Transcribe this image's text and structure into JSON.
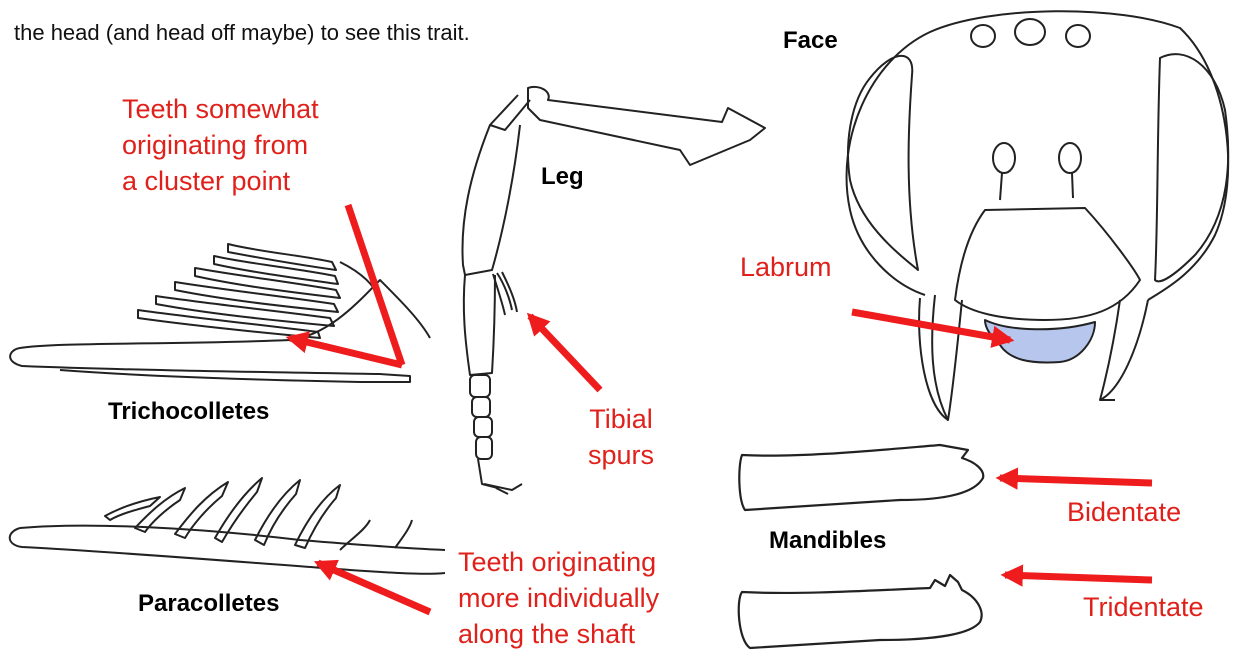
{
  "intro_text": "the head (and head off maybe) to see this trait.",
  "labels": {
    "face": "Face",
    "leg": "Leg",
    "trichocolletes": "Trichocolletes",
    "paracolletes": "Paracolletes",
    "mandibles": "Mandibles"
  },
  "annotations": {
    "teeth_cluster": [
      "Teeth somewhat",
      "originating from",
      "a cluster point"
    ],
    "teeth_individual": [
      "Teeth originating",
      "more individually",
      "along the shaft"
    ],
    "tibial_spurs": [
      "Tibial",
      "spurs"
    ],
    "labrum": "Labrum",
    "bidentate": "Bidentate",
    "tridentate": "Tridentate"
  },
  "colors": {
    "annotation": "#e0211b",
    "arrow": "#ee1c1c",
    "line_art": "#222222",
    "labrum_fill": "#b7c6ec"
  }
}
